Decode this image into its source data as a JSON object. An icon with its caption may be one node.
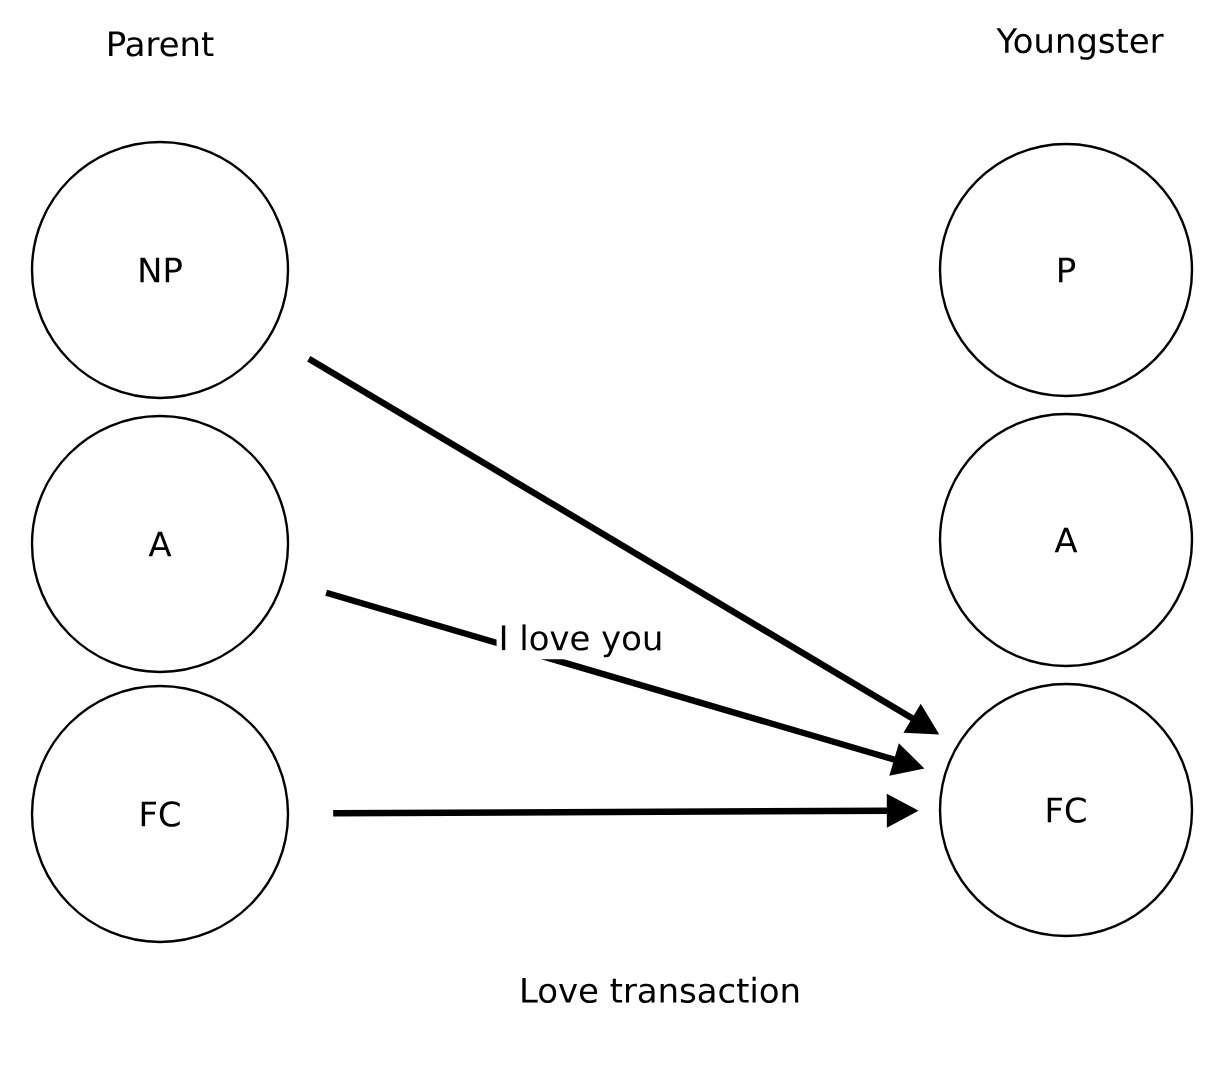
{
  "diagram": {
    "caption": "Love transaction",
    "nodes": [
      {
        "text": [
          "NP"
        ]
      },
      {
        "text": [
          "A"
        ]
      },
      {
        "text": [
          "FC"
        ]
      },
      {
        "text": [
          "P"
        ]
      },
      {
        "text": [
          "A"
        ]
      },
      {
        "text": [
          "FC"
        ]
      }
    ],
    "edges": [
      {
        "from": 0,
        "to": 5,
        "arrow": "to"
      },
      {
        "from": 1,
        "to": 5,
        "arrow": "to",
        "label": "I love you"
      },
      {
        "from": 2,
        "to": 5,
        "arrow": "to"
      }
    ],
    "labels": [
      "Parent",
      "Youngster"
    ]
  }
}
